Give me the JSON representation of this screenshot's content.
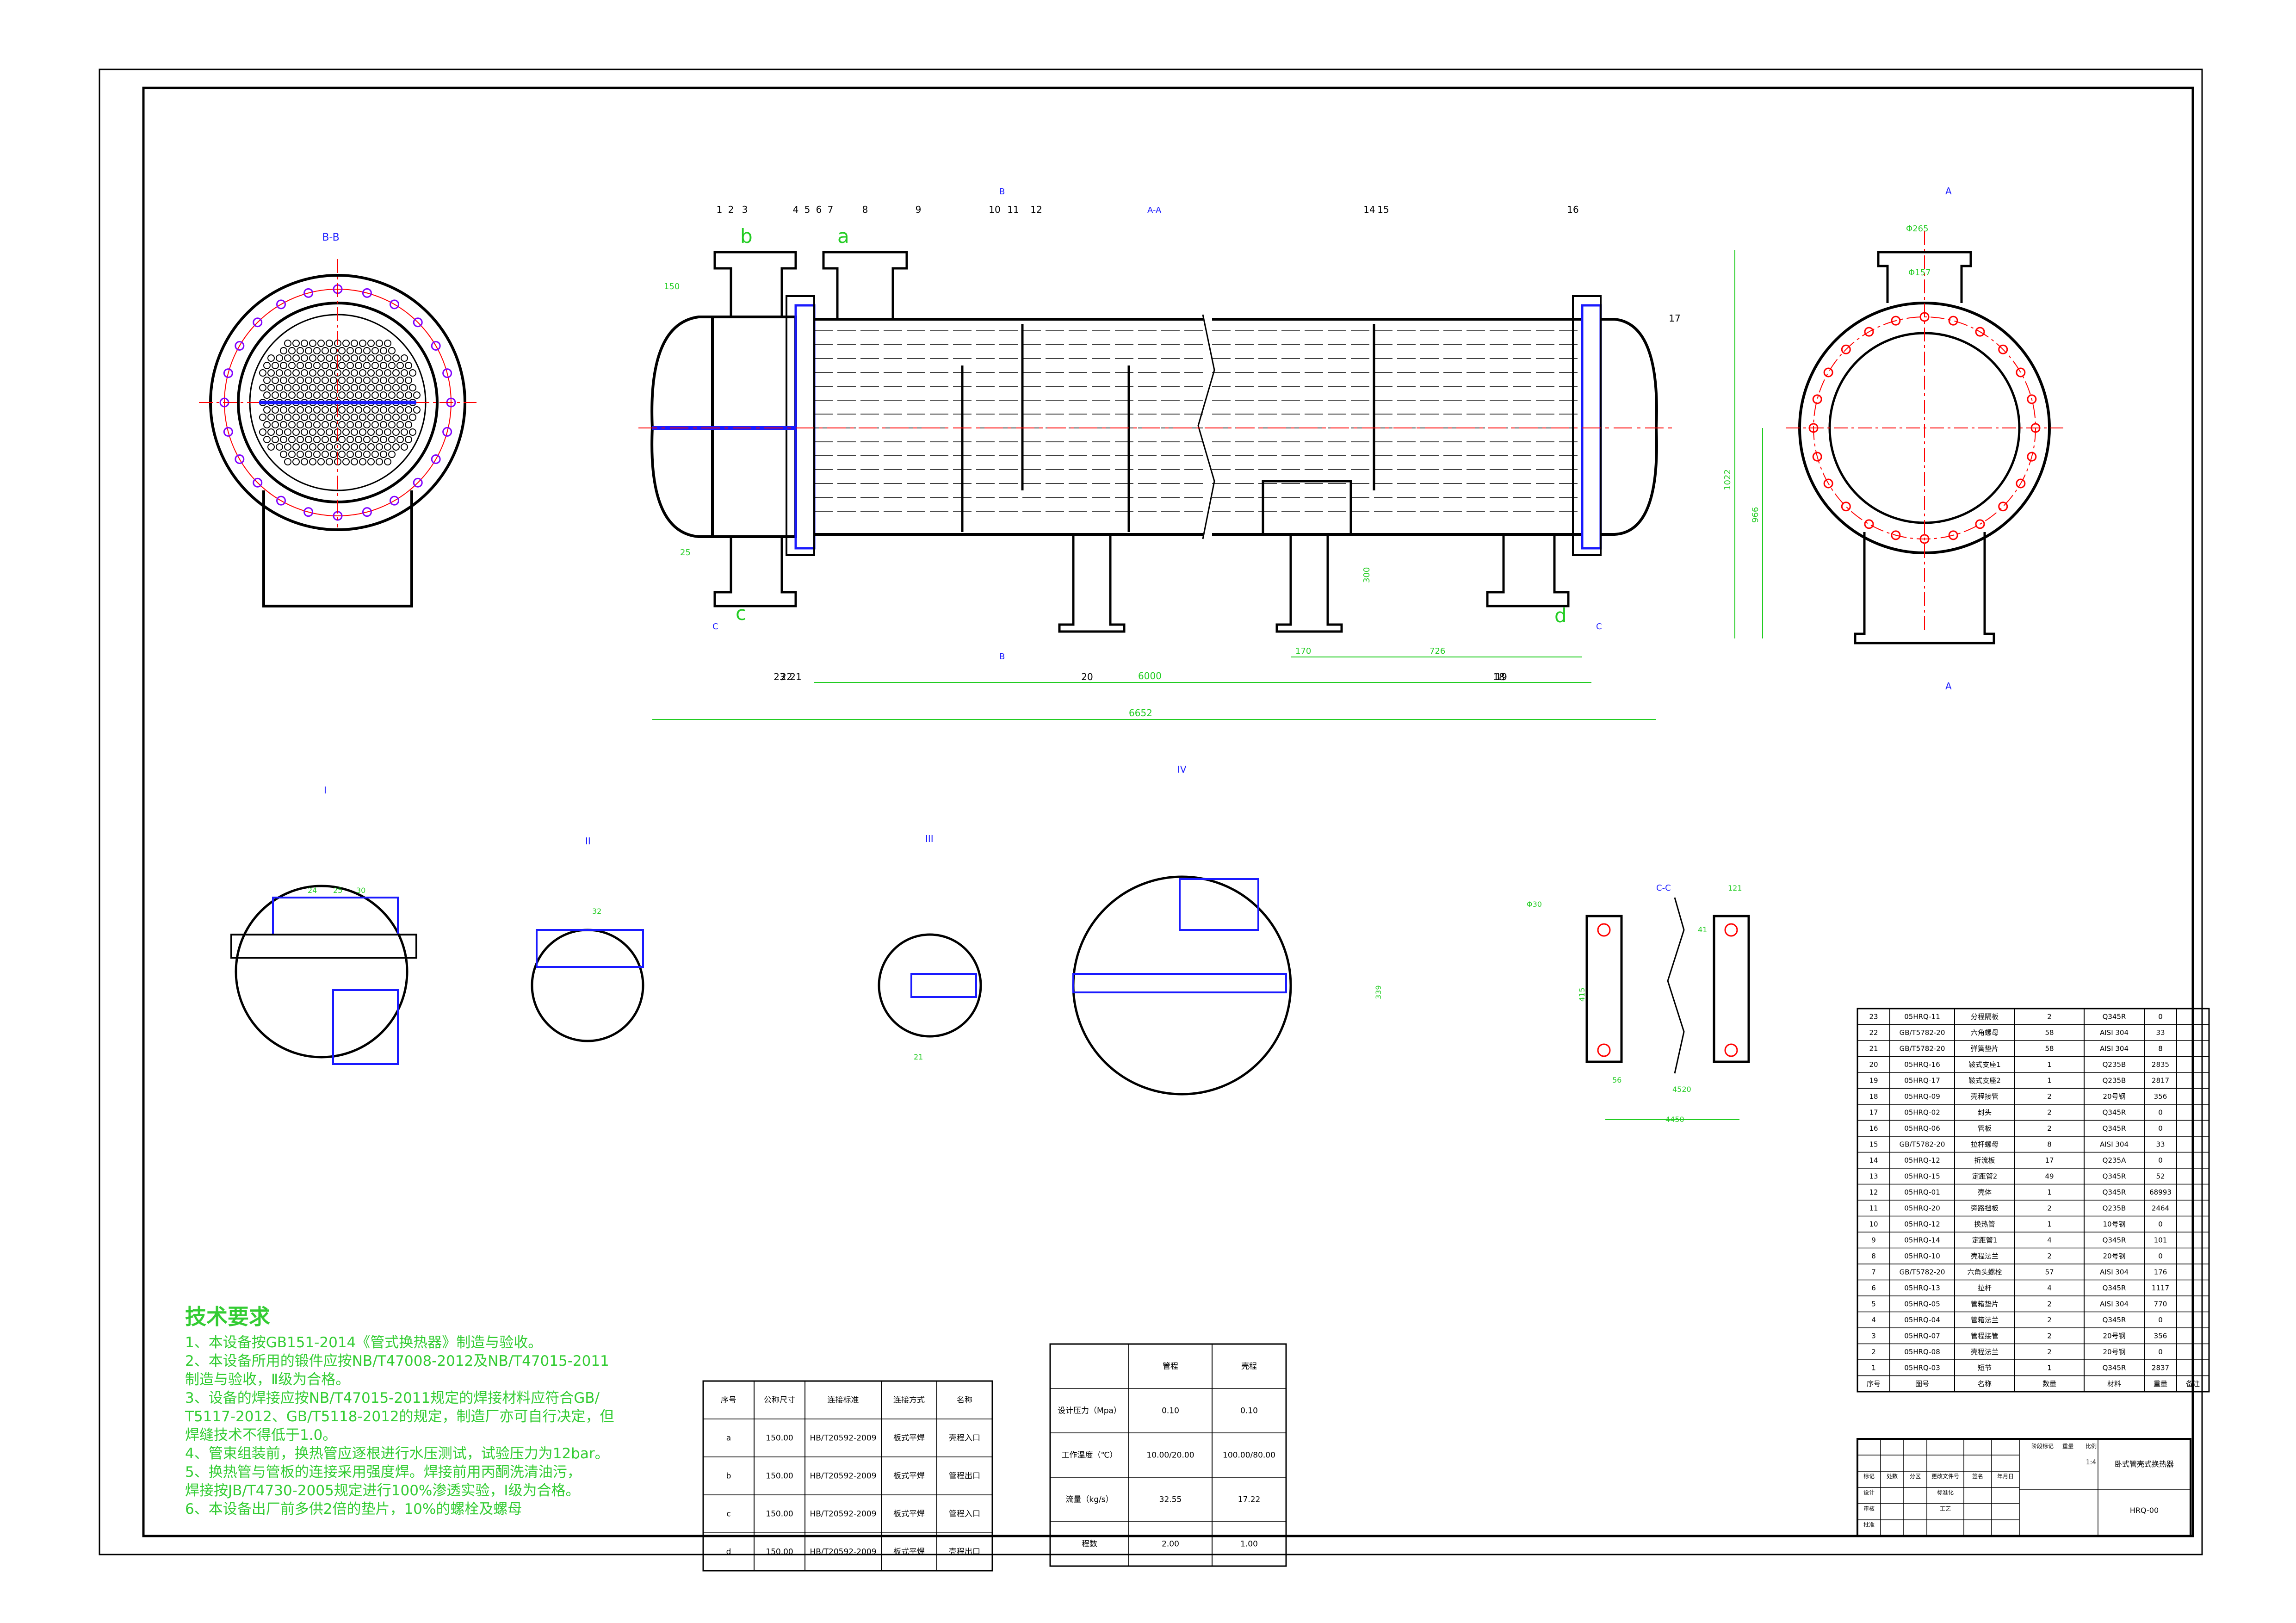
{
  "colors": {
    "outline": "#000000",
    "dimension": "#22cc22",
    "red": "#ff0000",
    "blue": "#1a1aff",
    "text": "#000000",
    "note": "#33cc33",
    "flange_bolt": "#8000ff"
  },
  "views": {
    "bb": "B-B",
    "aa": "A",
    "cc": "C-C",
    "b": "B",
    "c": "C",
    "section_top": "A-A",
    "detail1": "I",
    "detail2": "II",
    "detail3": "III",
    "detail4": "IV",
    "nozzle_a": "a",
    "nozzle_b": "b",
    "nozzle_c": "c",
    "nozzle_d": "d"
  },
  "dims": {
    "overall": "6652",
    "tube": "6000",
    "support_gap": "726",
    "support_w": "170",
    "dia_a": "Φ265",
    "dia_b": "Φ157",
    "height_total": "1022",
    "height_body": "966",
    "d150": "150",
    "d25": "25",
    "d300": "300",
    "d_detail_24": "24",
    "d_detail_25": "25",
    "d_detail_30": "30",
    "d_detail_32": "32",
    "d_detail_21": "21",
    "d_cc_415": "415",
    "d_cc_339": "339",
    "d_cc_4450": "4450",
    "d_cc_4520": "4520",
    "d_cc_121": "121",
    "d_cc_41": "41",
    "d_cc_56": "56",
    "d_cc_phi30": "Φ30"
  },
  "balloons": [
    "1",
    "2",
    "3",
    "4",
    "5",
    "6",
    "7",
    "8",
    "9",
    "10",
    "11",
    "12",
    "14",
    "15",
    "16",
    "17",
    "18",
    "19",
    "20",
    "21",
    "22",
    "23"
  ],
  "requirements": {
    "title": "技术要求",
    "items": [
      "1、本设备按GB151-2014《管式换热器》制造与验收。",
      "2、本设备所用的锻件应按NB/T47008-2012及NB/T47015-2011",
      "制造与验收，Ⅱ级为合格。",
      "3、设备的焊接应按NB/T47015-2011规定的焊接材料应符合GB/",
      "T5117-2012、GB/T5118-2012的规定，制造厂亦可自行决定，但",
      "焊缝技术不得低于1.0。",
      "4、管束组装前，换热管应逐根进行水压测试，试验压力为12bar。",
      "5、换热管与管板的连接采用强度焊。焊接前用丙酮洗清油污，",
      "焊接按JB/T4730-2005规定进行100%渗透实验，Ⅰ级为合格。",
      "6、本设备出厂前多供2倍的垫片，10%的螺栓及螺母"
    ]
  },
  "nozzles": {
    "headers": [
      "序号",
      "公称尺寸",
      "连接标准",
      "连接方式",
      "名称"
    ],
    "rows": [
      [
        "a",
        "150.00",
        "HB/T20592-2009",
        "板式平焊",
        "壳程入口"
      ],
      [
        "b",
        "150.00",
        "HB/T20592-2009",
        "板式平焊",
        "管程出口"
      ],
      [
        "c",
        "150.00",
        "HB/T20592-2009",
        "板式平焊",
        "管程入口"
      ],
      [
        "d",
        "150.00",
        "HB/T20592-2009",
        "板式平焊",
        "壳程出口"
      ]
    ]
  },
  "design": {
    "headers": [
      "",
      "管程",
      "壳程"
    ],
    "rows": [
      [
        "设计压力（Mpa）",
        "0.10",
        "0.10"
      ],
      [
        "工作温度（℃）",
        "10.00/20.00",
        "100.00/80.00"
      ],
      [
        "流量（kg/s）",
        "32.55",
        "17.22"
      ],
      [
        "程数",
        "2.00",
        "1.00"
      ]
    ]
  },
  "bom": {
    "rows": [
      [
        "23",
        "05HRQ-11",
        "分程隔板",
        "2",
        "Q345R",
        "0"
      ],
      [
        "22",
        "GB/T5782-20",
        "六角螺母",
        "58",
        "AISI 304",
        "33"
      ],
      [
        "21",
        "GB/T5782-20",
        "弹簧垫片",
        "58",
        "AISI 304",
        "8"
      ],
      [
        "20",
        "05HRQ-16",
        "鞍式支座1",
        "1",
        "Q235B",
        "2835"
      ],
      [
        "19",
        "05HRQ-17",
        "鞍式支座2",
        "1",
        "Q235B",
        "2817"
      ],
      [
        "18",
        "05HRQ-09",
        "壳程接管",
        "2",
        "20号钢",
        "356"
      ],
      [
        "17",
        "05HRQ-02",
        "封头",
        "2",
        "Q345R",
        "0"
      ],
      [
        "16",
        "05HRQ-06",
        "管板",
        "2",
        "Q345R",
        "0"
      ],
      [
        "15",
        "GB/T5782-20",
        "拉杆螺母",
        "8",
        "AISI 304",
        "33"
      ],
      [
        "14",
        "05HRQ-12",
        "折流板",
        "17",
        "Q235A",
        "0"
      ],
      [
        "13",
        "05HRQ-15",
        "定距管2",
        "49",
        "Q345R",
        "52"
      ],
      [
        "12",
        "05HRQ-01",
        "壳体",
        "1",
        "Q345R",
        "68993"
      ],
      [
        "11",
        "05HRQ-20",
        "旁路挡板",
        "2",
        "Q235B",
        "2464"
      ],
      [
        "10",
        "05HRQ-12",
        "换热管",
        "1",
        "10号钢",
        "0"
      ],
      [
        "9",
        "05HRQ-14",
        "定距管1",
        "4",
        "Q345R",
        "101"
      ],
      [
        "8",
        "05HRQ-10",
        "壳程法兰",
        "2",
        "20号钢",
        "0"
      ],
      [
        "7",
        "GB/T5782-20",
        "六角头螺栓",
        "57",
        "AISI 304",
        "176"
      ],
      [
        "6",
        "05HRQ-13",
        "拉杆",
        "4",
        "Q345R",
        "1117"
      ],
      [
        "5",
        "05HRQ-05",
        "管箱垫片",
        "2",
        "AISI 304",
        "770"
      ],
      [
        "4",
        "05HRQ-04",
        "管箱法兰",
        "2",
        "Q345R",
        "0"
      ],
      [
        "3",
        "05HRQ-07",
        "管程接管",
        "2",
        "20号钢",
        "356"
      ],
      [
        "2",
        "05HRQ-08",
        "壳程法兰",
        "2",
        "20号钢",
        "0"
      ],
      [
        "1",
        "05HRQ-03",
        "短节",
        "1",
        "Q345R",
        "2837"
      ]
    ],
    "headers": [
      "序号",
      "图号",
      "名称",
      "数量",
      "材料",
      "重量",
      "备注"
    ]
  },
  "titleblock": {
    "labels": [
      "标记",
      "处数",
      "分区",
      "更改文件号",
      "签名",
      "年月日",
      "设计",
      "标准化",
      "阶段标记",
      "重量",
      "比例",
      "审核",
      "工艺",
      "批准"
    ],
    "scale": "1:4",
    "drawing_name": "卧式管壳式换热器",
    "drawing_no": "HRQ-00"
  }
}
